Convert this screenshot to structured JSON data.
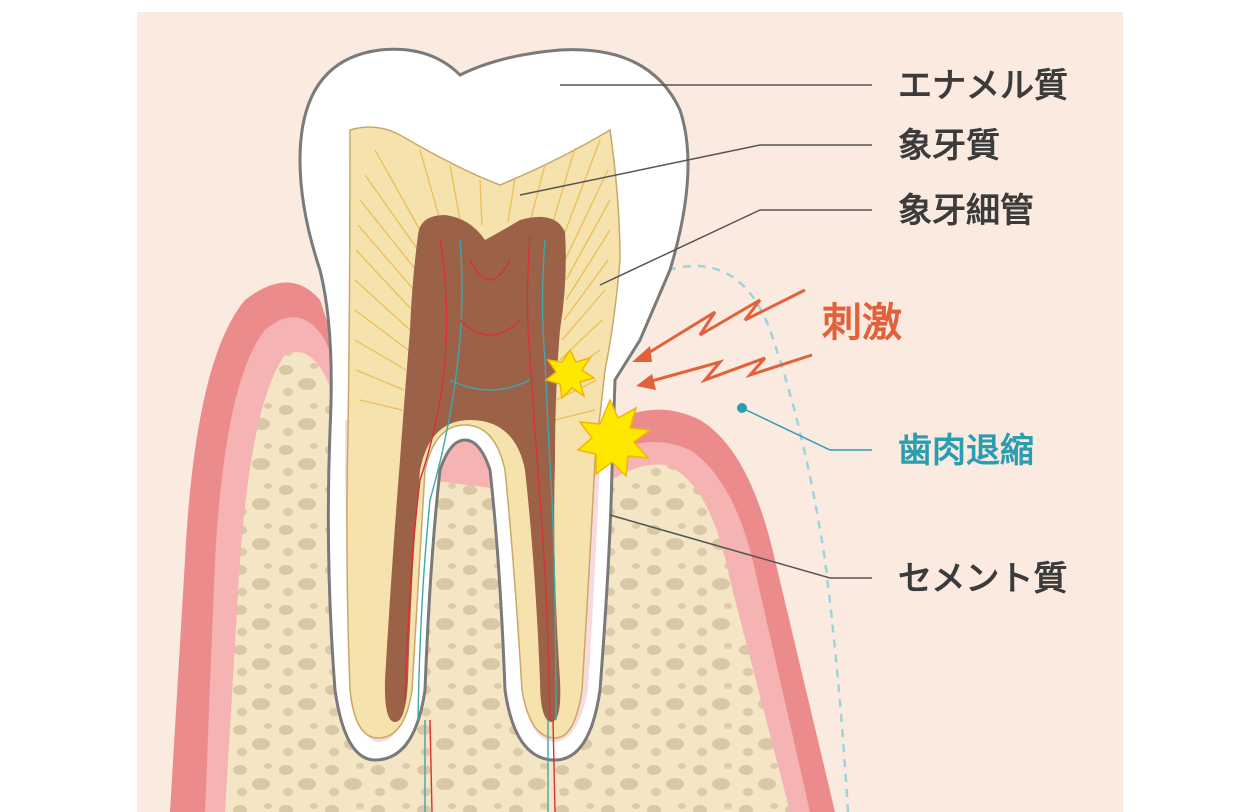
{
  "labels": {
    "enamel": "エナメル質",
    "dentin": "象牙質",
    "dentinal_tubules": "象牙細管",
    "stimulus": "刺激",
    "gum_recession": "歯肉退縮",
    "cementum": "セメント質"
  },
  "colors": {
    "background": "#faeadf",
    "label_text": "#3b3b3b",
    "stimulus_accent": "#e2613a",
    "recession_accent": "#2a9db0",
    "gum": "#ec8b8b",
    "bone": "#f4e6c4",
    "dentin": "#f6e2ad",
    "pulp": "#9b6248",
    "flash": "#ffe800"
  },
  "icons": [
    "stimulus-arrow-icon",
    "pain-flash-icon",
    "recession-dot-icon"
  ]
}
